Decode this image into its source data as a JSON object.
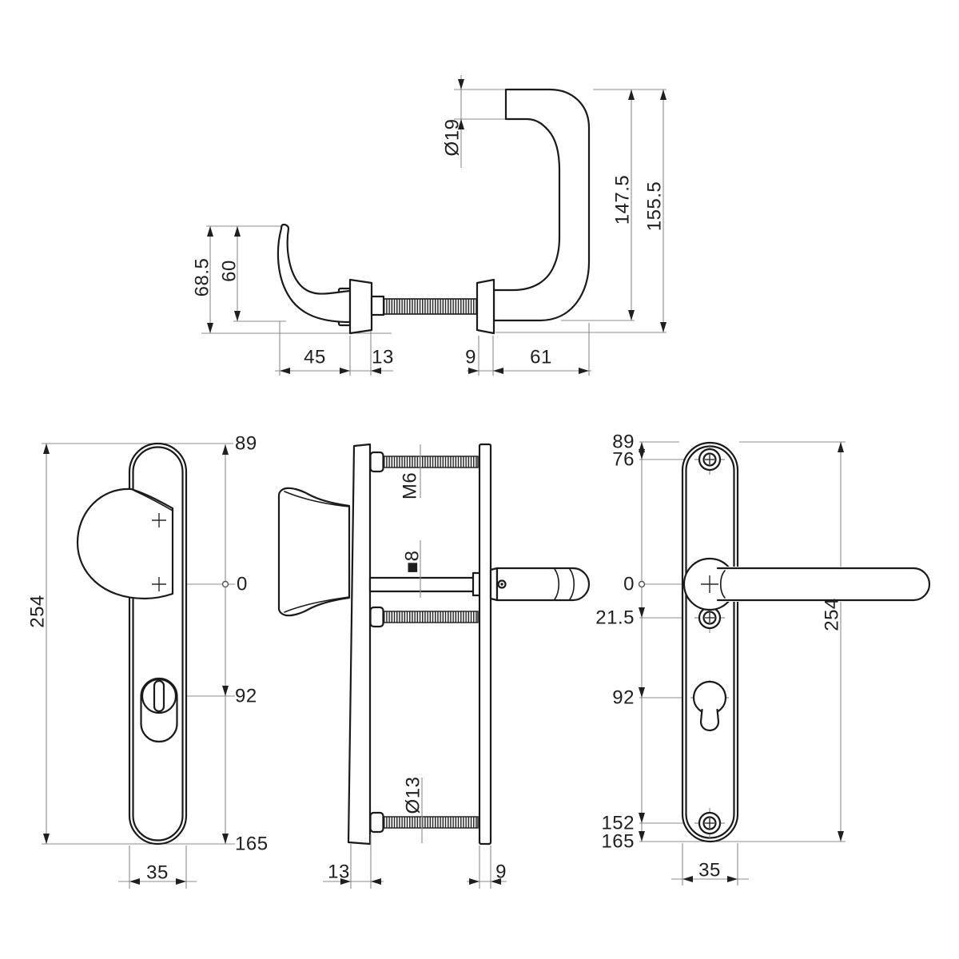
{
  "drawing": {
    "product": "security-door-handle-set-technical-drawing",
    "colors": {
      "background": "#ffffff",
      "object_line": "#1a1a1a",
      "dimension_line": "#8c8c8c",
      "text": "#1f1f1f"
    },
    "views": {
      "handle_side": {
        "name": "handle-pair-side-view",
        "dims": {
          "grip_diameter": "Ø19",
          "inner_height": "147.5",
          "total_height": "155.5",
          "outer_handle_total": "68.5",
          "outer_handle_inner": "60",
          "outer_handle_depth": "45",
          "outer_rose_thickness": "13",
          "inner_rose_thickness": "9",
          "inner_handle_depth": "61"
        }
      },
      "exterior_plate_front": {
        "name": "exterior-plate-front-view",
        "dims": {
          "top_offset": "89",
          "zero": "0",
          "cylinder_offset": "92",
          "bottom_offset": "165",
          "plate_height": "254",
          "plate_width": "35"
        }
      },
      "assembly_side": {
        "name": "plates-side-view",
        "dims": {
          "top_bolt": "M6",
          "spindle": "■8",
          "bottom_bolt": "Ø13",
          "exterior_plate_thickness": "13",
          "interior_plate_thickness": "9"
        }
      },
      "interior_plate_front": {
        "name": "interior-plate-front-view",
        "dims": {
          "top_offset": "89",
          "screw_top": "76",
          "zero": "0",
          "screw_mid": "21.5",
          "cylinder_offset": "92",
          "screw_bottom": "152",
          "bottom_offset": "165",
          "plate_height": "254",
          "plate_width": "35"
        }
      }
    }
  }
}
